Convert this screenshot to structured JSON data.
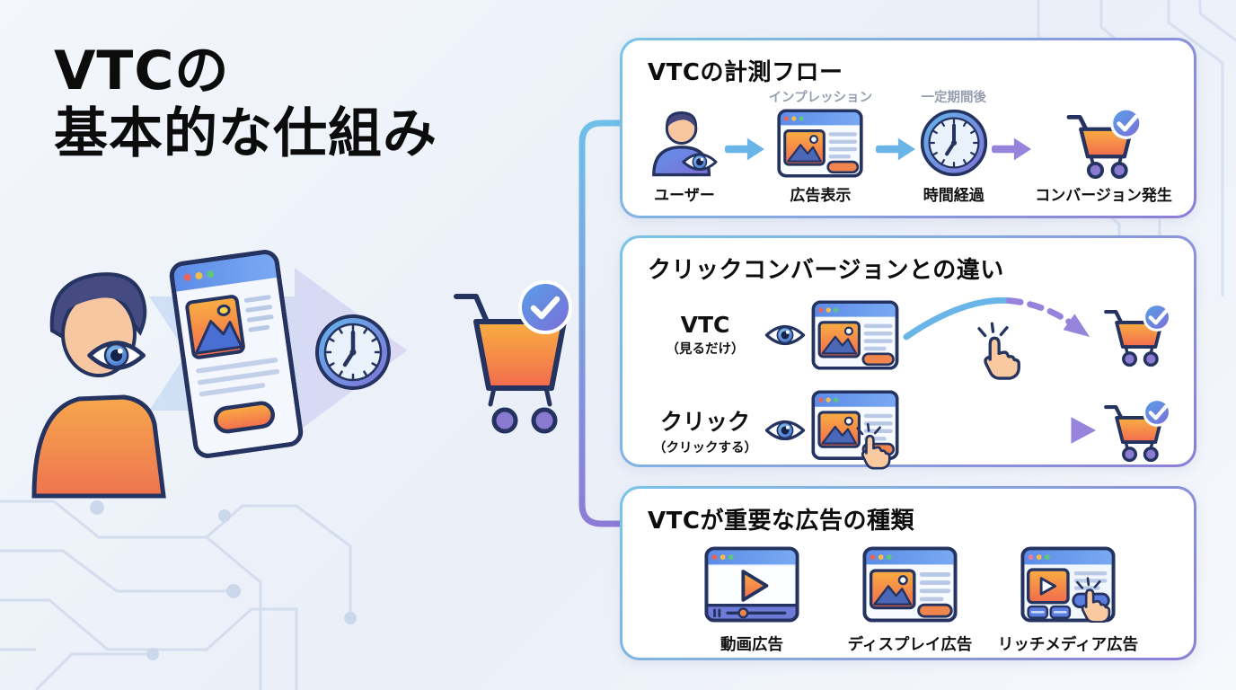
{
  "header": {
    "title_line1": "VTCの",
    "title_line2": "基本的な仕組み"
  },
  "flow": {
    "title": "VTCの計測フロー",
    "steps": [
      {
        "icon": "user-eye-icon",
        "label": "ユーザー"
      },
      {
        "icon": "ad-browser-icon",
        "label": "広告表示",
        "annotation": "インプレッション"
      },
      {
        "icon": "clock-icon",
        "label": "時間経過",
        "annotation": "一定期間後"
      },
      {
        "icon": "cart-check-icon",
        "label": "コンバージョン発生"
      }
    ]
  },
  "comparison": {
    "title": "クリックコンバージョンとの違い",
    "rows": [
      {
        "name": "VTC",
        "sub": "（見るだけ）"
      },
      {
        "name": "クリック",
        "sub": "（クリックする）"
      }
    ]
  },
  "ad_types": {
    "title": "VTCが重要な広告の種類",
    "items": [
      {
        "icon": "video-ad-icon",
        "label": "動画広告"
      },
      {
        "icon": "display-ad-icon",
        "label": "ディスプレイ広告"
      },
      {
        "icon": "rich-media-ad-icon",
        "label": "リッチメディア広告"
      }
    ]
  },
  "colors": {
    "accent_blue": "#6ab5e8",
    "accent_purple": "#9583dc",
    "outline_navy": "#24335f",
    "orange": "#f2864a",
    "panel_border_start": "#79c4e9",
    "panel_border_end": "#8d7ed6",
    "annotation_gray": "#97a0ae",
    "background": "#eef2f9"
  }
}
